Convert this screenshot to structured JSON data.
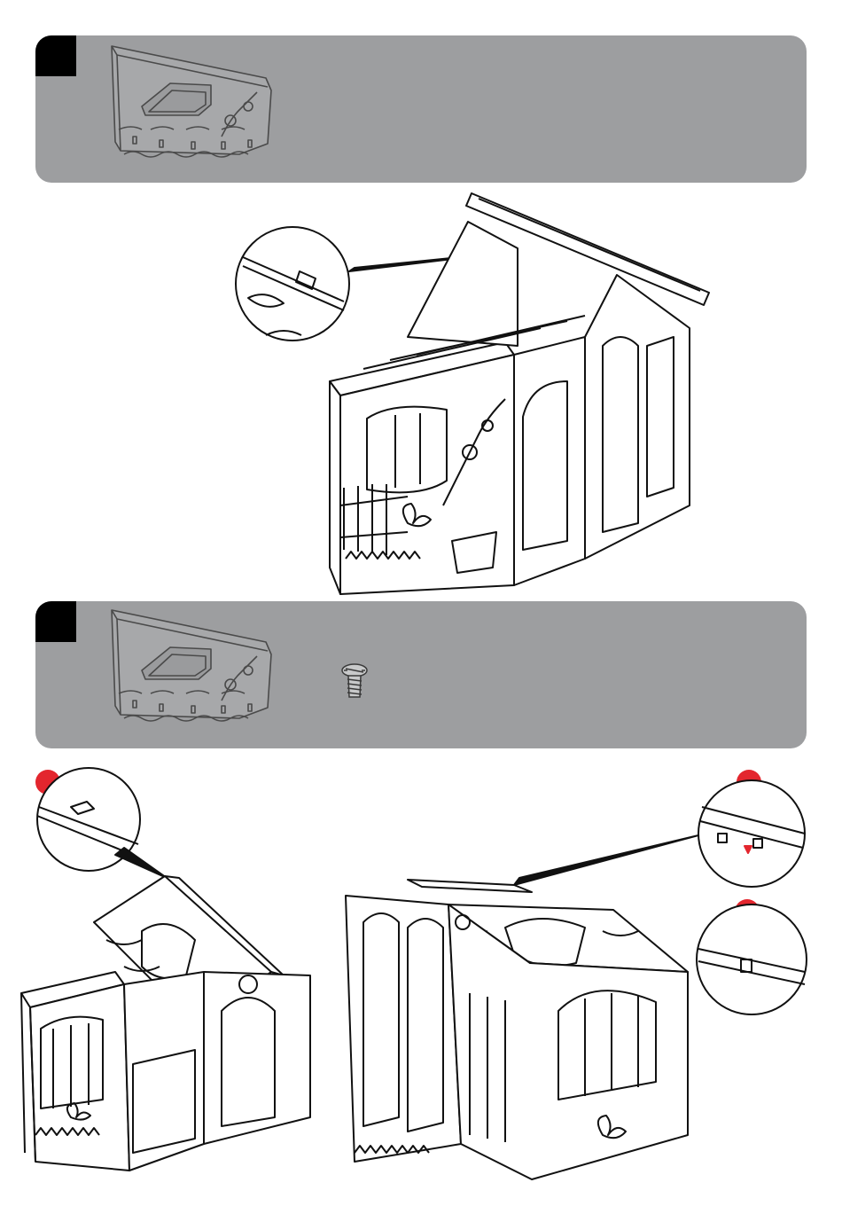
{
  "steps": [
    {
      "number": "",
      "parts": [
        "roof-panel"
      ]
    },
    {
      "number": "",
      "parts": [
        "roof-panel",
        "screw"
      ]
    }
  ],
  "colors": {
    "panel_bg": "#9d9ea0",
    "step_box": "#000000",
    "marker_red": "#e3262e",
    "line": "#111111"
  },
  "icons": {
    "roof_panel": "roof-panel-icon",
    "screw": "screw-icon",
    "marker": "red-dot-marker"
  }
}
